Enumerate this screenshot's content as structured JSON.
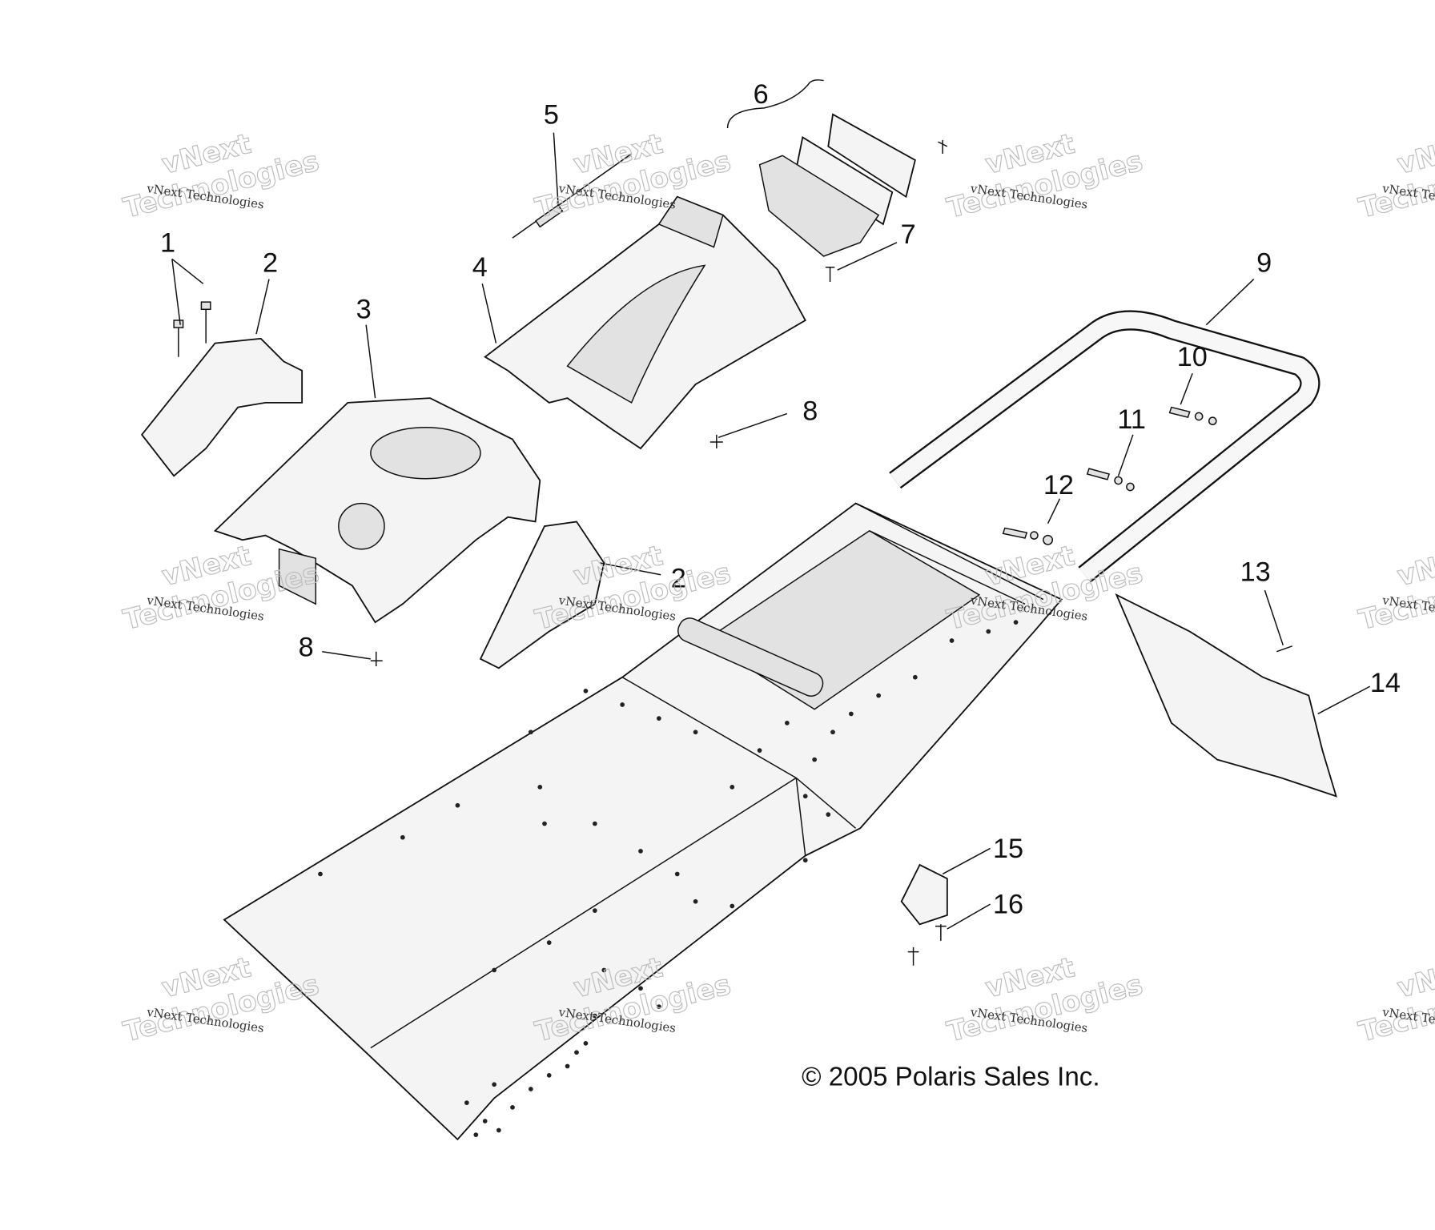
{
  "diagram": {
    "callouts": [
      {
        "id": "1",
        "label": "1"
      },
      {
        "id": "2a",
        "label": "2"
      },
      {
        "id": "2b",
        "label": "2"
      },
      {
        "id": "3",
        "label": "3"
      },
      {
        "id": "4",
        "label": "4"
      },
      {
        "id": "5",
        "label": "5"
      },
      {
        "id": "6",
        "label": "6"
      },
      {
        "id": "7",
        "label": "7"
      },
      {
        "id": "8a",
        "label": "8"
      },
      {
        "id": "8b",
        "label": "8"
      },
      {
        "id": "9",
        "label": "9"
      },
      {
        "id": "10",
        "label": "10"
      },
      {
        "id": "11",
        "label": "11"
      },
      {
        "id": "12",
        "label": "12"
      },
      {
        "id": "13",
        "label": "13"
      },
      {
        "id": "14",
        "label": "14"
      },
      {
        "id": "15",
        "label": "15"
      },
      {
        "id": "16",
        "label": "16"
      }
    ],
    "copyright": "© 2005 Polaris Sales Inc.",
    "watermark": {
      "line1": "vNext Technologies",
      "line2": "Technologies",
      "line3": "vNext"
    }
  }
}
